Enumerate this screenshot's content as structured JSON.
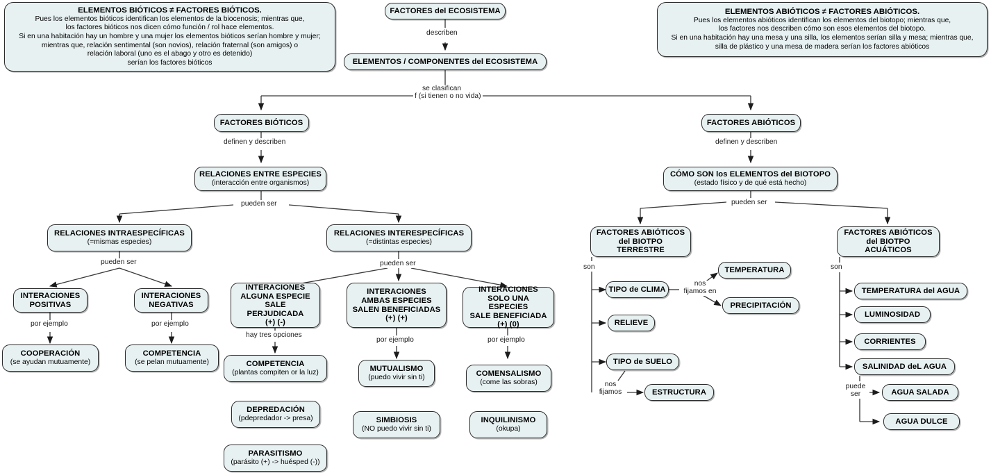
{
  "diagram": {
    "title": "Mapa conceptual: Factores del ecosistema",
    "colors": {
      "node_fill": "#e8f1f2",
      "node_border": "#2b2b2b",
      "wire": "#2b2b2b",
      "background": "#ffffff"
    }
  },
  "notes": {
    "left": {
      "heading": "ELEMENTOS BIÓTICOS ≠ FACTORES BIÓTICOS.",
      "lines": [
        "Pues  los elementos bióticos identifican los elementos de la biocenosis; mientras que,",
        "los factores bióticos nos dicen cómo función / rol hace elementos.",
        "Si en una habitación hay un hombre y una mujer los elementos bióticos serían hombre y mujer;",
        "mientras que, relación sentimental (son novios), relación fraternal (son amigos) o",
        "relación laboral (uno es el abago y otro es detenido)",
        "serían los factores bióticos"
      ]
    },
    "right": {
      "heading": "ELEMENTOS ABIÓTICOS ≠ FACTORES ABIÓTICOS.",
      "lines": [
        "Pues  los elementos abióticos identifican los elementos del biotopo; mientras que,",
        "los factores nos describen cómo son esos elementos del biotopo.",
        "Si en una habitación hay una mesa y una silla, los elementos serían silla y mesa; mientras que,",
        "silla de plástico y una mesa de madera serían los factores abióticos"
      ]
    }
  },
  "nodes": {
    "factores_ecosistema": {
      "t1": "FACTORES del ECOSISTEMA"
    },
    "elementos_ecosistema": {
      "t1": "ELEMENTOS / COMPONENTES del ECOSISTEMA"
    },
    "factores_bioticos": {
      "t1": "FACTORES BIÓTICOS"
    },
    "factores_abioticos": {
      "t1": "FACTORES ABIÓTICOS"
    },
    "relaciones_especies": {
      "t1": "RELACIONES ENTRE ESPECIES",
      "t2": "(interacción entre organismos)"
    },
    "como_son_biotopo": {
      "t1": "CÓMO SON los ELEMENTOS del BIOTOPO",
      "t2": "(estado físico y de qué está hecho)"
    },
    "intraespecificas": {
      "t1": "RELACIONES INTRAESPECÍFICAS",
      "t2": "(=mismas especies)"
    },
    "interespecificas": {
      "t1": "RELACIONES INTERESPECÍFICAS",
      "t2": "(=distintas especies)"
    },
    "interacciones_positivas": {
      "t1": "INTERACIONES\nPOSITIVAS"
    },
    "interacciones_negativas": {
      "t1": "INTERACIONES\nNEGATIVAS"
    },
    "cooperacion": {
      "t1": "COOPERACIÓN",
      "t2": "(se ayudan mutuamente)"
    },
    "competencia_intra": {
      "t1": "COMPETENCIA",
      "t2": "(se pelan mutuamente)"
    },
    "alguna_perjudicada": {
      "t1": "INTERACIONES\nALGUNA ESPECIE\nSALE PERJUDICADA\n(+) (-)"
    },
    "ambas_beneficiadas": {
      "t1": "INTERACIONES\nAMBAS ESPECIES\nSALEN BENEFICIADAS\n(+) (+)"
    },
    "solo_una_beneficiada": {
      "t1": "INTERACIONES\nSOLO UNA ESPECIES\nSALE BENEFICIADA\n(+) (0)"
    },
    "competencia_inter": {
      "t1": "COMPETENCIA",
      "t2": "(plantas compiten or la luz)"
    },
    "depredacion": {
      "t1": "DEPREDACIÓN",
      "t2": "(pdepredador -> presa)"
    },
    "parasitismo": {
      "t1": "PARASITISMO",
      "t2": "(parásito (+) -> huésped (-))"
    },
    "mutualismo": {
      "t1": "MUTUALISMO",
      "t2": "(puedo vivir sin ti)"
    },
    "simbiosis": {
      "t1": "SIMBIOSIS",
      "t2": "(NO puedo vivir sin ti)"
    },
    "comensalismo": {
      "t1": "COMENSALISMO",
      "t2": "(come las sobras)"
    },
    "inquilinismo": {
      "t1": "INQUILINISMO",
      "t2": "(okupa)"
    },
    "abioticos_terrestre": {
      "t1": "FACTORES ABIÓTICOS\ndel BIOTPO TERRESTRE"
    },
    "abioticos_acuaticos": {
      "t1": "FACTORES ABIÓTICOS\ndel BIOTPO ACUÁTICOS"
    },
    "tipo_clima": {
      "t1": "TIPO de CLIMA"
    },
    "relieve": {
      "t1": "RELIEVE"
    },
    "tipo_suelo": {
      "t1": "TIPO de SUELO"
    },
    "temperatura": {
      "t1": "TEMPERATURA"
    },
    "precipitacion": {
      "t1": "PRECIPITACIÓN"
    },
    "estructura": {
      "t1": "ESTRUCTURA"
    },
    "temperatura_agua": {
      "t1": "TEMPERATURA del AGUA"
    },
    "luminosidad": {
      "t1": "LUMINOSIDAD"
    },
    "corrientes": {
      "t1": "CORRIENTES"
    },
    "salinidad": {
      "t1": "SALINIDAD deL AGUA"
    },
    "agua_salada": {
      "t1": "AGUA SALADA"
    },
    "agua_dulce": {
      "t1": "AGUA DULCE"
    }
  },
  "edge_labels": {
    "describen": "describen",
    "se_clasifican_1": "se clasifican",
    "se_clasifican_2": "f (si tienen o no vida)",
    "definen_describen_izq": "definen y describen",
    "definen_describen_der": "definen y describen",
    "pueden_ser_relaciones": "pueden ser",
    "pueden_ser_intra": "pueden ser",
    "pueden_ser_inter": "pueden ser",
    "pueden_ser_biotopo": "pueden ser",
    "por_ejemplo_positivas": "por ejemplo",
    "por_ejemplo_negativas": "por ejemplo",
    "hay_tres_opciones": "hay tres opciones",
    "por_ejemplo_ambas": "por ejemplo",
    "por_ejemplo_una": "por ejemplo",
    "son_terrestre": "son",
    "son_acuatico": "son",
    "nos_fijamos_en": "nos\nfijamos en",
    "nos_fijamos": "nos\nfijamos",
    "puede_ser": "puede\nser"
  }
}
